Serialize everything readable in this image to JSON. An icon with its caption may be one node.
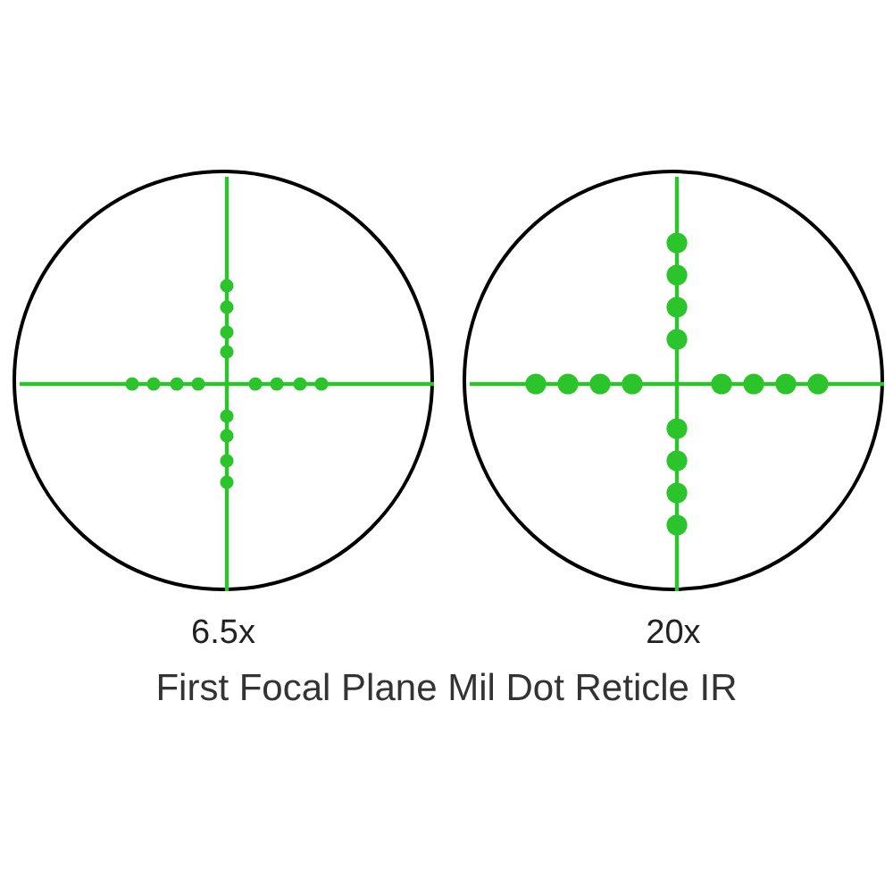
{
  "diagram": {
    "caption": "First Focal Plane Mil Dot Reticle IR",
    "nodes": [
      {
        "text": [],
        "shape": "circle",
        "beside": [
          "6.5x"
        ]
      },
      {
        "text": [],
        "shape": "circle",
        "beside": [
          "20x"
        ]
      }
    ]
  }
}
